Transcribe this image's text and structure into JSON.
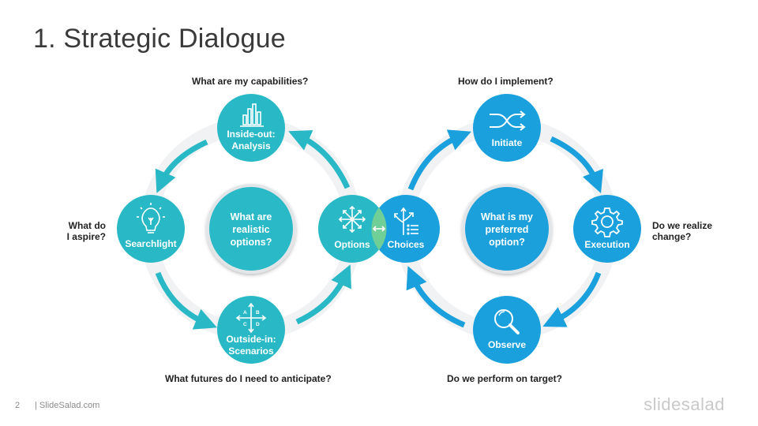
{
  "slide": {
    "title": "1. Strategic Dialogue",
    "page_number": "2",
    "source": "| SlideSalad.com",
    "logo": "slidesalad"
  },
  "questions": {
    "capabilities": "What are my capabilities?",
    "aspire_1": "What do",
    "aspire_2": "I aspire?",
    "futures": "What futures do I need to anticipate?",
    "implement": "How do I implement?",
    "realize_1": "Do we realize",
    "realize_2": "change?",
    "perform": "Do we perform on target?"
  },
  "nodes": {
    "inside_out_1": "Inside-out:",
    "inside_out_2": "Analysis",
    "searchlight": "Searchlight",
    "outside_in_1": "Outside-in:",
    "outside_in_2": "Scenarios",
    "options": "Options",
    "choices": "Choices",
    "initiate": "Initiate",
    "execution": "Execution",
    "observe": "Observe"
  },
  "centers": {
    "left_1": "What are",
    "left_2": "realistic",
    "left_3": "options?",
    "right_1": "What is my",
    "right_2": "preferred",
    "right_3": "option?"
  },
  "scenario_letters": [
    "A",
    "B",
    "C",
    "D"
  ],
  "icons": {
    "inside_out": "bar-chart-icon",
    "searchlight": "lightbulb-icon",
    "outside_in": "compass-arrows-icon",
    "options": "expand-arrows-icon",
    "choices": "signpost-list-icon",
    "initiate": "shuffle-icon",
    "execution": "gear-icon",
    "observe": "magnifier-icon",
    "link": "double-arrow-icon"
  },
  "colors": {
    "teal": "#29b9c6",
    "blue": "#1aa0dc",
    "ring": "#f0f2f3",
    "overlap": "#6fcf97"
  }
}
